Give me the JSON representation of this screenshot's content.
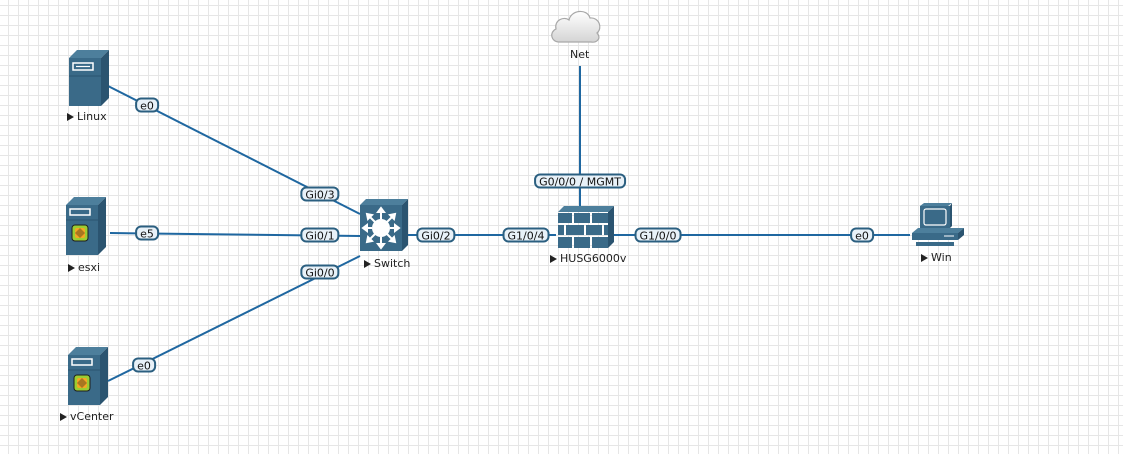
{
  "topology": {
    "nodes": [
      {
        "id": "linux",
        "label": "Linux",
        "type": "server"
      },
      {
        "id": "esxi",
        "label": "esxi",
        "type": "vmware-server"
      },
      {
        "id": "vcenter",
        "label": "vCenter",
        "type": "vmware-server"
      },
      {
        "id": "switch",
        "label": "Switch",
        "type": "l3-switch"
      },
      {
        "id": "firewall",
        "label": "HUSG6000v",
        "type": "firewall"
      },
      {
        "id": "net",
        "label": "Net",
        "type": "cloud"
      },
      {
        "id": "win",
        "label": "Win",
        "type": "workstation"
      }
    ],
    "links": [
      {
        "from": "linux",
        "from_port": "e0",
        "to": "switch",
        "to_port": "Gi0/3"
      },
      {
        "from": "esxi",
        "from_port": "e5",
        "to": "switch",
        "to_port": "Gi0/1"
      },
      {
        "from": "vcenter",
        "from_port": "e0",
        "to": "switch",
        "to_port": "Gi0/0"
      },
      {
        "from": "switch",
        "from_port": "Gi0/2",
        "to": "firewall",
        "to_port": "G1/0/4"
      },
      {
        "from": "firewall",
        "from_port": "G1/0/0",
        "to": "win",
        "to_port": "e0"
      },
      {
        "from": "net",
        "from_port": "",
        "to": "firewall",
        "to_port": "G0/0/0 / MGMT"
      }
    ]
  },
  "colors": {
    "link": "#1f67a0",
    "device": "#3a6a88",
    "device_dark": "#2b5470",
    "port_bg": "#e8f1f8",
    "port_border": "#2b5f80"
  }
}
